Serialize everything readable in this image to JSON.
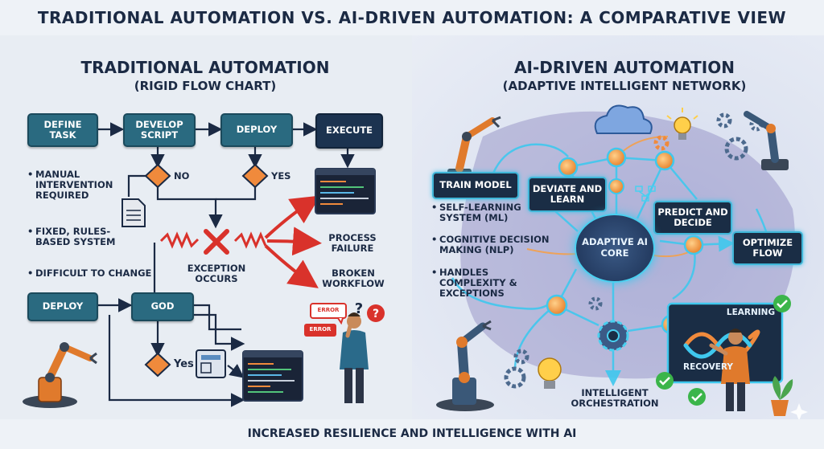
{
  "title": "TRADITIONAL AUTOMATION VS. AI-DRIVEN AUTOMATION: A COMPARATIVE VIEW",
  "left": {
    "heading": "TRADITIONAL AUTOMATION",
    "subheading": "(RIGID FLOW CHART)",
    "steps": {
      "define": "DEFINE TASK",
      "develop": "DEVELOP SCRIPT",
      "deploy": "DEPLOY",
      "execute": "EXECUTE",
      "deploy2": "DEPLOY",
      "god": "GOD"
    },
    "decisions": {
      "no": "NO",
      "yes": "YES",
      "yes2": "Yes"
    },
    "bullets": [
      "MANUAL INTERVENTION REQUIRED",
      "FIXED, RULES-BASED SYSTEM",
      "DIFFICULT TO CHANGE"
    ],
    "exception": "EXCEPTION OCCURS",
    "failure": "PROCESS FAILURE",
    "broken": "BROKEN WORKFLOW",
    "bubble1": "ERROR",
    "bubble2": "ERROR"
  },
  "right": {
    "heading": "AI-DRIVEN AUTOMATION",
    "subheading": "(ADAPTIVE INTELLIGENT NETWORK)",
    "train": "TRAIN MODEL",
    "deviate": "DEVIATE AND LEARN",
    "predict": "PREDICT AND DECIDE",
    "optimize": "OPTIMIZE FLOW",
    "core": "ADAPTIVE AI CORE",
    "bullets": [
      "SELF-LEARNING SYSTEM (ML)",
      "COGNITIVE DECISION MAKING (NLP)",
      "HANDLES COMPLEXITY & EXCEPTIONS"
    ],
    "learning": "LEARNING",
    "recovery": "RECOVERY",
    "orchestration": "INTELLIGENT ORCHESTRATION"
  },
  "footer": "INCREASED RESILIENCE AND INTELLIGENCE WITH AI",
  "colors": {
    "decision": "#f08a3c",
    "error": "#d9322b",
    "node": "#f4a04a",
    "glow": "#3fc8ee"
  }
}
